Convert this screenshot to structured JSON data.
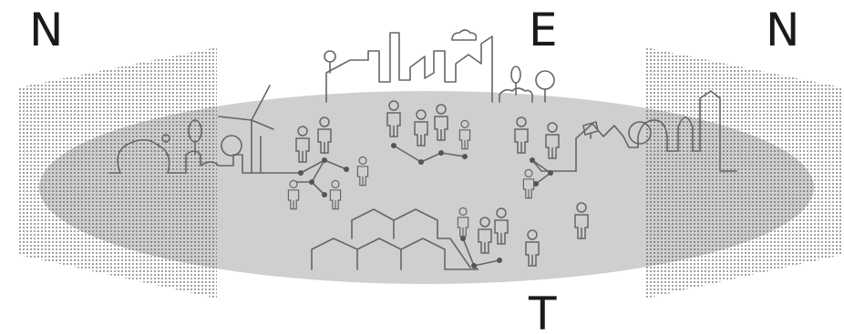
{
  "letters": {
    "left": "N",
    "top_center": "E",
    "right": "N",
    "bottom_center": "T"
  },
  "colors": {
    "ellipse_fill": "#cfcfcf",
    "line": "#666666",
    "dot": "#444444",
    "text": "#1a1a1a"
  }
}
